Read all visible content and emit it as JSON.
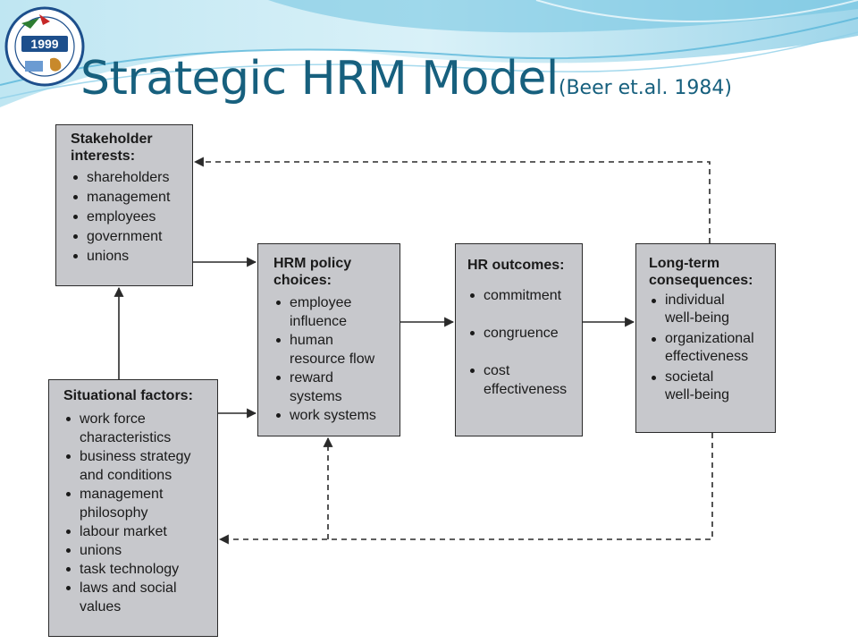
{
  "slide": {
    "title": "Strategic HRM Model",
    "subtitle": "(Beer et.al. 1984)"
  },
  "logo": {
    "text": "1999"
  },
  "diagram": {
    "stakeholder": {
      "heading_line1": "Stakeholder",
      "heading_line2": "interests:",
      "items": [
        "shareholders",
        "management",
        "employees",
        "government",
        "unions"
      ]
    },
    "situational": {
      "heading": "Situational factors:",
      "items": [
        [
          "work force",
          "characteristics"
        ],
        [
          "business strategy",
          "and conditions"
        ],
        [
          "management",
          "philosophy"
        ],
        [
          "labour market"
        ],
        [
          "unions"
        ],
        [
          "task technology"
        ],
        [
          "laws and social",
          "values"
        ]
      ]
    },
    "hrm_policy": {
      "heading_line1": "HRM policy",
      "heading_line2": "choices:",
      "items": [
        [
          "employee",
          "influence"
        ],
        [
          "human",
          "resource flow"
        ],
        [
          "reward",
          "systems"
        ],
        [
          "work systems"
        ]
      ]
    },
    "hr_outcomes": {
      "heading": "HR outcomes:",
      "items": [
        [
          "commitment"
        ],
        [
          "congruence"
        ],
        [
          "cost",
          "effectiveness"
        ]
      ]
    },
    "long_term": {
      "heading_line1": "Long-term",
      "heading_line2": "consequences:",
      "items": [
        [
          "individual",
          "well-being"
        ],
        [
          "organizational",
          "effectiveness"
        ],
        [
          "societal",
          "well-being"
        ]
      ]
    }
  },
  "colors": {
    "title": "#17607e",
    "box_fill": "#c7c8cc",
    "line": "#2a2a2a"
  }
}
